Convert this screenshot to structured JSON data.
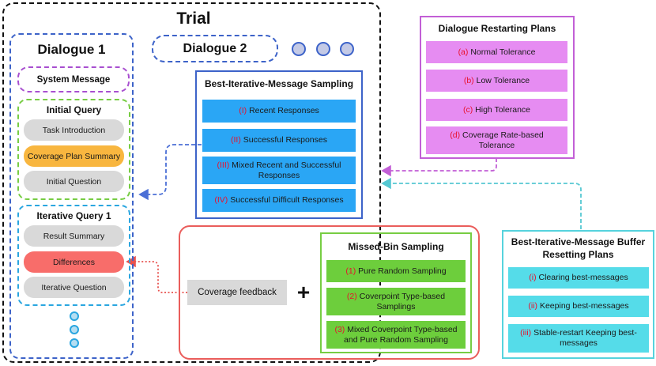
{
  "trial": {
    "title": "Trial"
  },
  "dialogue1": {
    "title": "Dialogue 1",
    "system_message": "System Message",
    "initial_query": {
      "title": "Initial Query",
      "items": [
        "Task Introduction",
        "Coverage Plan Summary",
        "Initial Question"
      ]
    },
    "iterative_query": {
      "title": "Iterative Query 1",
      "items": [
        "Result Summary",
        "Differences",
        "Iterative Question"
      ]
    }
  },
  "dialogue2": {
    "title": "Dialogue 2"
  },
  "best_iterative_sampling": {
    "title": "Best-Iterative-Message Sampling",
    "items": [
      {
        "num": "(I)",
        "label": "Recent Responses"
      },
      {
        "num": "(II)",
        "label": "Successful Responses"
      },
      {
        "num": "(III)",
        "label": "Mixed Recent and Successful Responses"
      },
      {
        "num": "(IV)",
        "label": "Successful Difficult Responses"
      }
    ]
  },
  "restarting_plans": {
    "title": "Dialogue Restarting Plans",
    "items": [
      {
        "num": "(a)",
        "label": "Normal Tolerance"
      },
      {
        "num": "(b)",
        "label": "Low Tolerance"
      },
      {
        "num": "(c)",
        "label": "High Tolerance"
      },
      {
        "num": "(d)",
        "label": "Coverage Rate-based Tolerance"
      }
    ]
  },
  "coverage_feedback": {
    "label": "Coverage feedback",
    "plus": "+"
  },
  "missed_bin_sampling": {
    "title": "Missed-Bin Sampling",
    "items": [
      {
        "num": "(1)",
        "label": "Pure Random Sampling"
      },
      {
        "num": "(2)",
        "label": "Coverpoint Type-based Samplings"
      },
      {
        "num": "(3)",
        "label": "Mixed Coverpoint Type-based and Pure Random Sampling"
      }
    ]
  },
  "buffer_resetting": {
    "title": "Best-Iterative-Message Buffer Resetting Plans",
    "items": [
      {
        "num": "(i)",
        "label": "Clearing best-messages"
      },
      {
        "num": "(ii)",
        "label": "Keeping best-messages"
      },
      {
        "num": "(iii)",
        "label": "Stable-restart Keeping best-messages"
      }
    ]
  },
  "colors": {
    "blue": "#3d63c9",
    "purple": "#c25fd6",
    "green": "#77cd43",
    "red": "#ea5d5b",
    "cyan": "#56d3dd",
    "orange": "#f8b63f"
  }
}
